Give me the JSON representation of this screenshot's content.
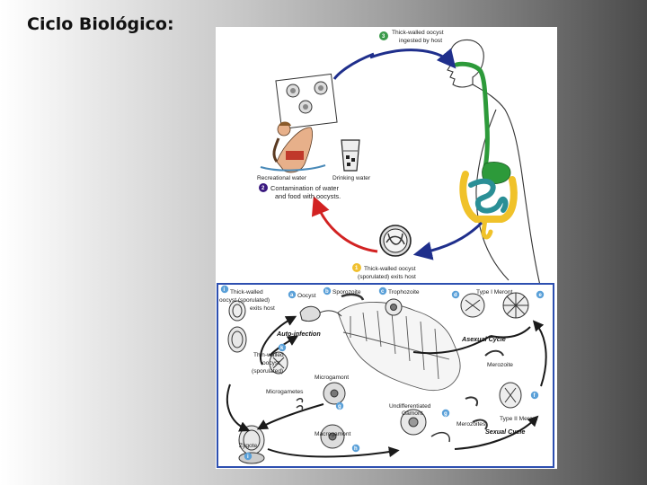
{
  "slide": {
    "title": "Ciclo Biológico:"
  },
  "colors": {
    "arrow_blue": "#1f2f8c",
    "arrow_red": "#d22222",
    "gut_green": "#2d9a3a",
    "gut_yellow": "#f0c22a",
    "gut_teal": "#2a8f96",
    "step_blue": "#5aa0d8",
    "step_purple": "#3b1a80",
    "step_green": "#3a9a4a",
    "step_yellow": "#f0c030"
  },
  "cycle": {
    "step3": {
      "num": "3",
      "line1": "Thick-walled oocyst",
      "line2": "ingested by host"
    },
    "step2": {
      "num": "2",
      "line1": "Contamination of water",
      "line2": "and food with oocysts."
    },
    "step1": {
      "num": "1",
      "line1": "Thick-walled oocyst",
      "line2": "(sporulated) exits host"
    },
    "recreational_water": "Recreational water",
    "drinking_water": "Drinking water"
  },
  "lifecycle": {
    "exit": {
      "letter": "i",
      "line1": "Thick-walled",
      "line2": "oocyst (sporulated)",
      "line3": "exits host"
    },
    "oocyst": {
      "letter": "a",
      "label": "Oocyst"
    },
    "sporozoite": {
      "letter": "b",
      "label": "Sporozoite"
    },
    "trophozoite": {
      "letter": "c",
      "label": "Trophozoite"
    },
    "type1_meront": {
      "letter": "d",
      "label": "Type I Meront"
    },
    "letter_e": "e",
    "merozoite": "Merozoite",
    "asexual_cycle": "Asexual Cycle",
    "type2_meront": {
      "letter": "f",
      "label": "Type II Meront"
    },
    "merozoites": "Merozoites",
    "sexual_cycle": "Sexual Cycle",
    "undiff_gamont": {
      "letter": "g",
      "line1": "Undifferentiated",
      "line2": "Gamont"
    },
    "microgamont": {
      "letter": "g",
      "label": "Microgamont"
    },
    "microgametes": "Microgametes",
    "macrogamont": {
      "letter": "h",
      "label": "Macrogamont"
    },
    "zygote": {
      "letter": "i",
      "label": "Zygote"
    },
    "auto_infection": "Auto-infection",
    "thin_walled": {
      "letter": "k",
      "line1": "Thin-walled",
      "line2": "oocyst",
      "line3": "(sporulated)"
    }
  }
}
